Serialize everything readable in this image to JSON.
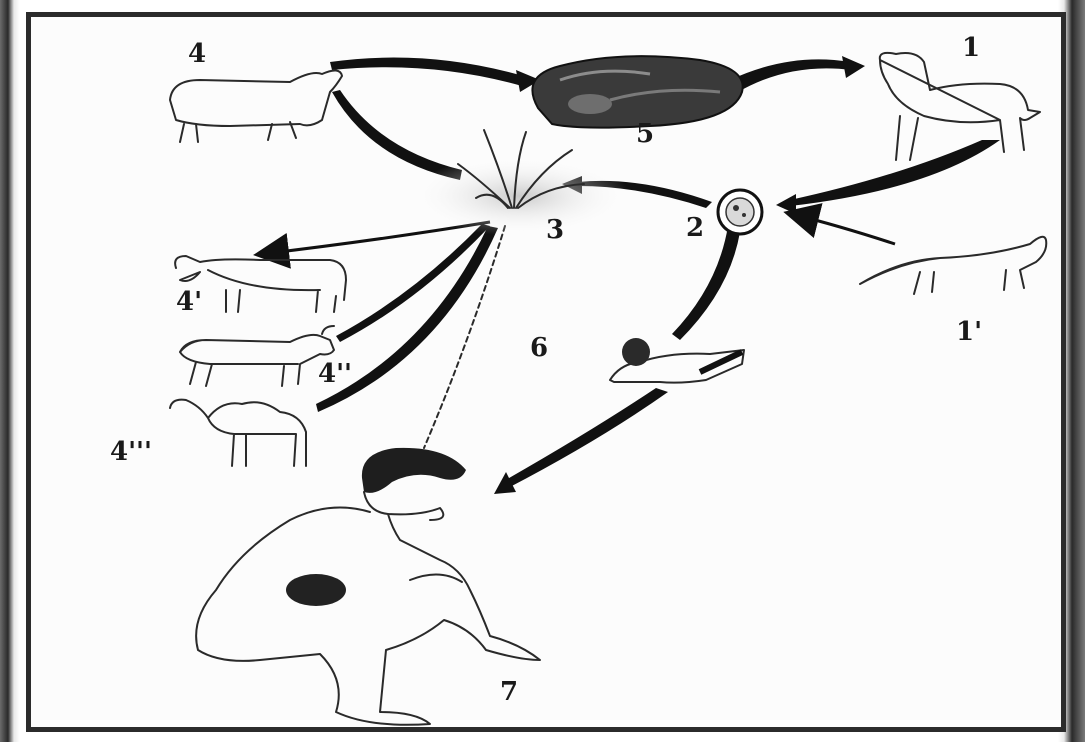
{
  "labels": {
    "dog": "1",
    "fox": "1'",
    "egg": "2",
    "grass": "3",
    "sheep": "4",
    "cow": "4'",
    "goat": "4''",
    "camel": "4'''",
    "liver": "5",
    "hands": "6",
    "human": "7"
  }
}
